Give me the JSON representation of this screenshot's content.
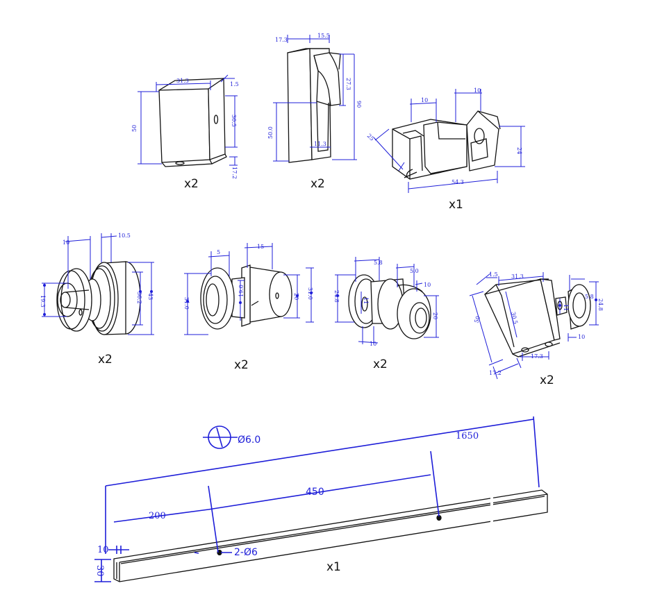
{
  "colors": {
    "part_line": "#111111",
    "dimension": "#1d1dd8",
    "background": "#ffffff"
  },
  "quantities": {
    "clamp_a": "x2",
    "post_bracket": "x2",
    "wall_bracket": "x1",
    "roller_a": "x2",
    "roller_b": "x2",
    "roller_c": "x2",
    "clamp_roller": "x2",
    "rail": "x1"
  },
  "dims": {
    "clamp_a": {
      "width": "31.3",
      "depth": "1.5",
      "height": "50",
      "side": "30.5",
      "base": "17.2"
    },
    "post_bracket": {
      "top_a": "17.3",
      "top_b": "15.5",
      "side_a": "27.3",
      "side_b": "90",
      "inner": "50.0",
      "gap": "11.3"
    },
    "wall_bracket": {
      "slot_a": "10",
      "slot_b": "10",
      "angle": "25",
      "height": "24",
      "length": "54.3"
    },
    "roller_a": {
      "w1": "10",
      "w2": "10.5",
      "d1": "19.3",
      "d2": "36.2",
      "d3": "43"
    },
    "roller_b": {
      "w1": "5",
      "w2": "15",
      "d1": "31.0",
      "d2": "19.0",
      "d3": "20",
      "d4": "31.0"
    },
    "roller_c": {
      "w1": "5.8",
      "w2": "5.0",
      "w3": "10",
      "d1": "24.8",
      "d2": "11",
      "d3": "20",
      "bottom": "10"
    },
    "clamp_roller": {
      "depth": "1.5",
      "width": "31.3",
      "height": "50",
      "side": "30.5",
      "w1": "5.8",
      "d1": "24.8",
      "d2": "11",
      "bottom_a": "17.2",
      "bottom_b": "17.3",
      "bottom_c": "10"
    },
    "rail": {
      "hole_symbol": "Ø6.0",
      "length": "1650",
      "spacing": "450",
      "offset": "200",
      "end": "10",
      "height": "30",
      "holes": "2-Ø6"
    }
  }
}
